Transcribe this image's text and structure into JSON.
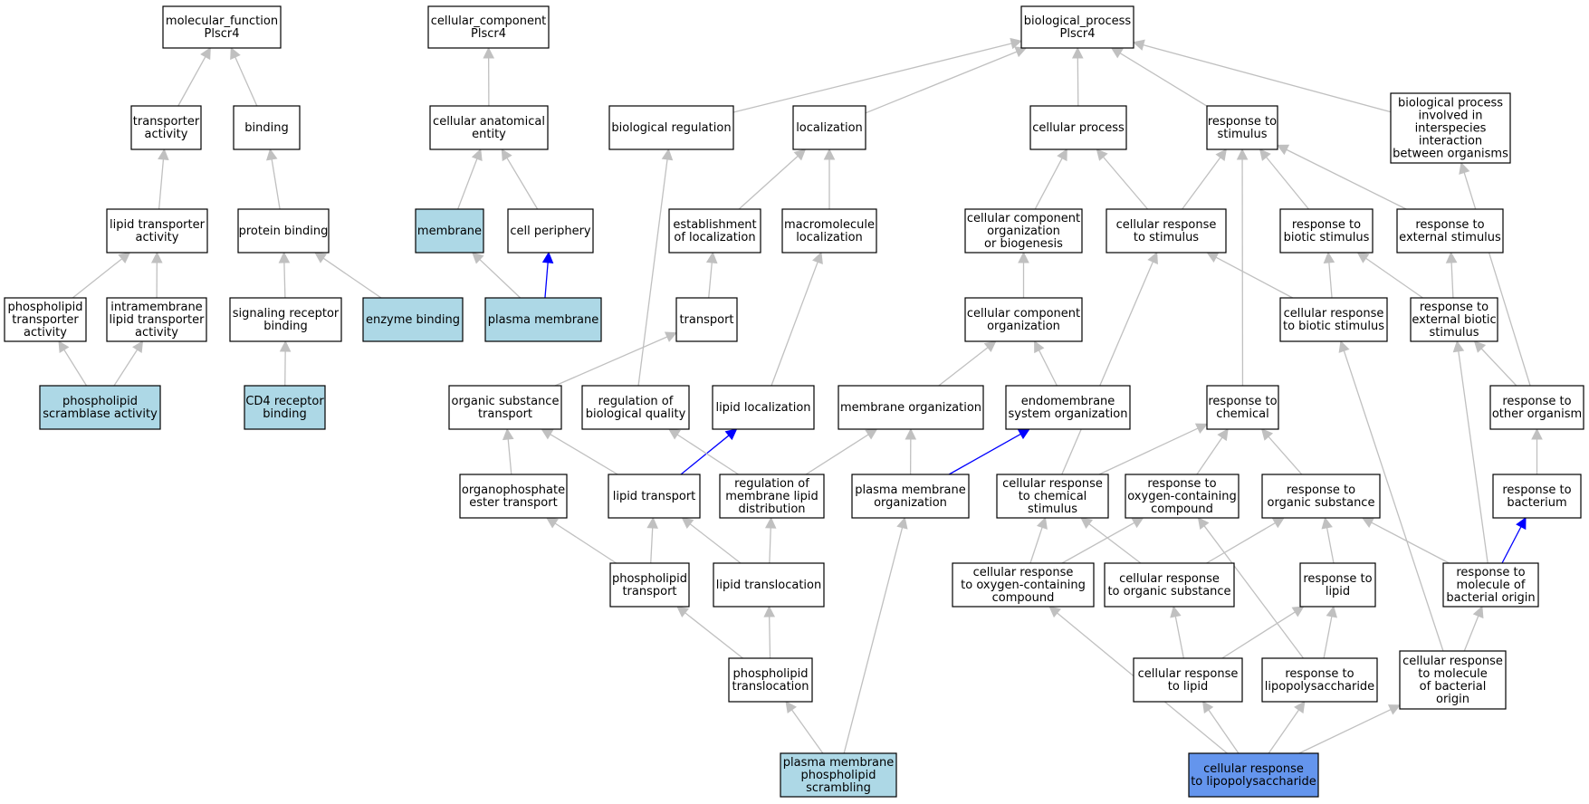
{
  "colors": {
    "node_default": "#ffffff",
    "node_highlight": "#add8e6",
    "node_query": "#6495ed",
    "edge_default": "#c0c0c0",
    "edge_emphasis": "#0000ff"
  },
  "nodes": [
    {
      "id": "mf",
      "lines": [
        "molecular_function",
        "Plscr4"
      ],
      "fill": "default"
    },
    {
      "id": "cc",
      "lines": [
        "cellular_component",
        "Plscr4"
      ],
      "fill": "default"
    },
    {
      "id": "bp",
      "lines": [
        "biological_process",
        "Plscr4"
      ],
      "fill": "default"
    },
    {
      "id": "trans_act",
      "lines": [
        "transporter",
        "activity"
      ],
      "fill": "default"
    },
    {
      "id": "binding",
      "lines": [
        "binding"
      ],
      "fill": "default"
    },
    {
      "id": "cae",
      "lines": [
        "cellular anatomical",
        "entity"
      ],
      "fill": "default"
    },
    {
      "id": "bioreg",
      "lines": [
        "biological regulation"
      ],
      "fill": "default"
    },
    {
      "id": "localization",
      "lines": [
        "localization"
      ],
      "fill": "default"
    },
    {
      "id": "cellproc",
      "lines": [
        "cellular process"
      ],
      "fill": "default"
    },
    {
      "id": "resp_stim",
      "lines": [
        "response to",
        "stimulus"
      ],
      "fill": "default"
    },
    {
      "id": "bp_inter",
      "lines": [
        "biological process",
        "involved in",
        "interspecies",
        "interaction",
        "between organisms"
      ],
      "fill": "default"
    },
    {
      "id": "lipid_trans_act",
      "lines": [
        "lipid transporter",
        "activity"
      ],
      "fill": "default"
    },
    {
      "id": "protein_binding",
      "lines": [
        "protein binding"
      ],
      "fill": "default"
    },
    {
      "id": "membrane",
      "lines": [
        "membrane"
      ],
      "fill": "highlight"
    },
    {
      "id": "cell_periph",
      "lines": [
        "cell periphery"
      ],
      "fill": "default"
    },
    {
      "id": "estab_loc",
      "lines": [
        "establishment",
        "of localization"
      ],
      "fill": "default"
    },
    {
      "id": "macro_loc",
      "lines": [
        "macromolecule",
        "localization"
      ],
      "fill": "default"
    },
    {
      "id": "ccob",
      "lines": [
        "cellular component",
        "organization",
        "or biogenesis"
      ],
      "fill": "default"
    },
    {
      "id": "cell_resp_stim",
      "lines": [
        "cellular response",
        "to stimulus"
      ],
      "fill": "default"
    },
    {
      "id": "resp_biotic",
      "lines": [
        "response to",
        "biotic stimulus"
      ],
      "fill": "default"
    },
    {
      "id": "resp_ext",
      "lines": [
        "response to",
        "external stimulus"
      ],
      "fill": "default"
    },
    {
      "id": "pl_trans_act",
      "lines": [
        "phospholipid",
        "transporter",
        "activity"
      ],
      "fill": "default"
    },
    {
      "id": "intramem",
      "lines": [
        "intramembrane",
        "lipid transporter",
        "activity"
      ],
      "fill": "default"
    },
    {
      "id": "sig_rec",
      "lines": [
        "signaling receptor",
        "binding"
      ],
      "fill": "default"
    },
    {
      "id": "enzyme",
      "lines": [
        "enzyme binding"
      ],
      "fill": "highlight"
    },
    {
      "id": "plasma_mem",
      "lines": [
        "plasma membrane"
      ],
      "fill": "highlight"
    },
    {
      "id": "transport",
      "lines": [
        "transport"
      ],
      "fill": "default"
    },
    {
      "id": "cco",
      "lines": [
        "cellular component",
        "organization"
      ],
      "fill": "default"
    },
    {
      "id": "cell_resp_biotic",
      "lines": [
        "cellular response",
        "to biotic stimulus"
      ],
      "fill": "default"
    },
    {
      "id": "resp_ext_biotic",
      "lines": [
        "response to",
        "external biotic",
        "stimulus"
      ],
      "fill": "default"
    },
    {
      "id": "pl_scramb",
      "lines": [
        "phospholipid",
        "scramblase activity"
      ],
      "fill": "highlight"
    },
    {
      "id": "cd4",
      "lines": [
        "CD4 receptor",
        "binding"
      ],
      "fill": "highlight"
    },
    {
      "id": "org_sub_trans",
      "lines": [
        "organic substance",
        "transport"
      ],
      "fill": "default"
    },
    {
      "id": "reg_bio_qual",
      "lines": [
        "regulation of",
        "biological quality"
      ],
      "fill": "default"
    },
    {
      "id": "lipid_loc",
      "lines": [
        "lipid localization"
      ],
      "fill": "default"
    },
    {
      "id": "mem_org",
      "lines": [
        "membrane organization"
      ],
      "fill": "default"
    },
    {
      "id": "endomem",
      "lines": [
        "endomembrane",
        "system organization"
      ],
      "fill": "default"
    },
    {
      "id": "resp_chem",
      "lines": [
        "response to",
        "chemical"
      ],
      "fill": "default"
    },
    {
      "id": "resp_other",
      "lines": [
        "response to",
        "other organism"
      ],
      "fill": "default"
    },
    {
      "id": "organophos",
      "lines": [
        "organophosphate",
        "ester transport"
      ],
      "fill": "default"
    },
    {
      "id": "lipid_transport",
      "lines": [
        "lipid transport"
      ],
      "fill": "default"
    },
    {
      "id": "reg_mem_lipid",
      "lines": [
        "regulation of",
        "membrane lipid",
        "distribution"
      ],
      "fill": "default"
    },
    {
      "id": "pm_org",
      "lines": [
        "plasma membrane",
        "organization"
      ],
      "fill": "default"
    },
    {
      "id": "cell_resp_chem",
      "lines": [
        "cellular response",
        "to chemical",
        "stimulus"
      ],
      "fill": "default"
    },
    {
      "id": "resp_oxy",
      "lines": [
        "response to",
        "oxygen-containing",
        "compound"
      ],
      "fill": "default"
    },
    {
      "id": "resp_org_sub",
      "lines": [
        "response to",
        "organic substance"
      ],
      "fill": "default"
    },
    {
      "id": "resp_bact",
      "lines": [
        "response to",
        "bacterium"
      ],
      "fill": "default"
    },
    {
      "id": "pl_transport",
      "lines": [
        "phospholipid",
        "transport"
      ],
      "fill": "default"
    },
    {
      "id": "lipid_transloc",
      "lines": [
        "lipid translocation"
      ],
      "fill": "default"
    },
    {
      "id": "cell_resp_oxy",
      "lines": [
        "cellular response",
        "to oxygen-containing",
        "compound"
      ],
      "fill": "default"
    },
    {
      "id": "cell_resp_org_sub",
      "lines": [
        "cellular response",
        "to organic substance"
      ],
      "fill": "default"
    },
    {
      "id": "resp_lipid",
      "lines": [
        "response to",
        "lipid"
      ],
      "fill": "default"
    },
    {
      "id": "resp_mol_bact",
      "lines": [
        "response to",
        "molecule of",
        "bacterial origin"
      ],
      "fill": "default"
    },
    {
      "id": "pl_transloc",
      "lines": [
        "phospholipid",
        "translocation"
      ],
      "fill": "default"
    },
    {
      "id": "cell_resp_lipid",
      "lines": [
        "cellular response",
        "to lipid"
      ],
      "fill": "default"
    },
    {
      "id": "resp_lps",
      "lines": [
        "response to",
        "lipopolysaccharide"
      ],
      "fill": "default"
    },
    {
      "id": "cell_resp_mol_bact",
      "lines": [
        "cellular response",
        "to molecule",
        "of bacterial",
        "origin"
      ],
      "fill": "default"
    },
    {
      "id": "pm_pl_scramb",
      "lines": [
        "plasma membrane",
        "phospholipid",
        "scrambling"
      ],
      "fill": "highlight"
    },
    {
      "id": "cell_resp_lps",
      "lines": [
        "cellular response",
        "to lipopolysaccharide"
      ],
      "fill": "query"
    }
  ],
  "edges": [
    [
      "trans_act",
      "mf",
      "default"
    ],
    [
      "binding",
      "mf",
      "default"
    ],
    [
      "lipid_trans_act",
      "trans_act",
      "default"
    ],
    [
      "protein_binding",
      "binding",
      "default"
    ],
    [
      "pl_trans_act",
      "lipid_trans_act",
      "default"
    ],
    [
      "intramem",
      "lipid_trans_act",
      "default"
    ],
    [
      "pl_scramb",
      "pl_trans_act",
      "default"
    ],
    [
      "pl_scramb",
      "intramem",
      "default"
    ],
    [
      "sig_rec",
      "protein_binding",
      "default"
    ],
    [
      "enzyme",
      "protein_binding",
      "default"
    ],
    [
      "cd4",
      "sig_rec",
      "default"
    ],
    [
      "cae",
      "cc",
      "default"
    ],
    [
      "membrane",
      "cae",
      "default"
    ],
    [
      "cell_periph",
      "cae",
      "default"
    ],
    [
      "plasma_mem",
      "membrane",
      "default"
    ],
    [
      "plasma_mem",
      "cell_periph",
      "emphasis"
    ],
    [
      "bioreg",
      "bp",
      "default"
    ],
    [
      "localization",
      "bp",
      "default"
    ],
    [
      "cellproc",
      "bp",
      "default"
    ],
    [
      "resp_stim",
      "bp",
      "default"
    ],
    [
      "bp_inter",
      "bp",
      "default"
    ],
    [
      "estab_loc",
      "localization",
      "default"
    ],
    [
      "macro_loc",
      "localization",
      "default"
    ],
    [
      "transport",
      "estab_loc",
      "default"
    ],
    [
      "lipid_loc",
      "macro_loc",
      "default"
    ],
    [
      "org_sub_trans",
      "transport",
      "default"
    ],
    [
      "reg_bio_qual",
      "bioreg",
      "default"
    ],
    [
      "organophos",
      "org_sub_trans",
      "default"
    ],
    [
      "lipid_transport",
      "org_sub_trans",
      "default"
    ],
    [
      "lipid_transport",
      "lipid_loc",
      "emphasis"
    ],
    [
      "reg_mem_lipid",
      "reg_bio_qual",
      "default"
    ],
    [
      "pl_transport",
      "organophos",
      "default"
    ],
    [
      "pl_transport",
      "lipid_transport",
      "default"
    ],
    [
      "lipid_transloc",
      "lipid_transport",
      "default"
    ],
    [
      "lipid_transloc",
      "reg_mem_lipid",
      "default"
    ],
    [
      "pl_transloc",
      "pl_transport",
      "default"
    ],
    [
      "pl_transloc",
      "lipid_transloc",
      "default"
    ],
    [
      "pm_pl_scramb",
      "pl_transloc",
      "default"
    ],
    [
      "pm_pl_scramb",
      "pm_org",
      "default"
    ],
    [
      "ccob",
      "cellproc",
      "default"
    ],
    [
      "cell_resp_stim",
      "cellproc",
      "default"
    ],
    [
      "cell_resp_stim",
      "resp_stim",
      "default"
    ],
    [
      "cco",
      "ccob",
      "default"
    ],
    [
      "mem_org",
      "cco",
      "default"
    ],
    [
      "endomem",
      "cco",
      "default"
    ],
    [
      "reg_mem_lipid",
      "mem_org",
      "default"
    ],
    [
      "pm_org",
      "mem_org",
      "default"
    ],
    [
      "pm_org",
      "endomem",
      "emphasis"
    ],
    [
      "resp_biotic",
      "resp_stim",
      "default"
    ],
    [
      "resp_ext",
      "resp_stim",
      "default"
    ],
    [
      "resp_chem",
      "resp_stim",
      "default"
    ],
    [
      "cell_resp_biotic",
      "cell_resp_stim",
      "default"
    ],
    [
      "cell_resp_biotic",
      "resp_biotic",
      "default"
    ],
    [
      "resp_ext_biotic",
      "resp_biotic",
      "default"
    ],
    [
      "resp_ext_biotic",
      "resp_ext",
      "default"
    ],
    [
      "resp_other",
      "resp_ext_biotic",
      "default"
    ],
    [
      "resp_other",
      "bp_inter",
      "default"
    ],
    [
      "resp_bact",
      "resp_other",
      "default"
    ],
    [
      "resp_mol_bact",
      "resp_bact",
      "emphasis"
    ],
    [
      "resp_mol_bact",
      "resp_ext_biotic",
      "default"
    ],
    [
      "resp_mol_bact",
      "resp_org_sub",
      "default"
    ],
    [
      "cell_resp_chem",
      "cell_resp_stim",
      "default"
    ],
    [
      "cell_resp_chem",
      "resp_chem",
      "default"
    ],
    [
      "resp_oxy",
      "resp_chem",
      "default"
    ],
    [
      "resp_org_sub",
      "resp_chem",
      "default"
    ],
    [
      "cell_resp_oxy",
      "cell_resp_chem",
      "default"
    ],
    [
      "cell_resp_oxy",
      "resp_oxy",
      "default"
    ],
    [
      "cell_resp_org_sub",
      "cell_resp_chem",
      "default"
    ],
    [
      "cell_resp_org_sub",
      "resp_org_sub",
      "default"
    ],
    [
      "resp_lipid",
      "resp_org_sub",
      "default"
    ],
    [
      "cell_resp_lipid",
      "cell_resp_org_sub",
      "default"
    ],
    [
      "cell_resp_lipid",
      "resp_lipid",
      "default"
    ],
    [
      "resp_lps",
      "resp_lipid",
      "default"
    ],
    [
      "resp_lps",
      "resp_oxy",
      "default"
    ],
    [
      "cell_resp_mol_bact",
      "resp_mol_bact",
      "default"
    ],
    [
      "cell_resp_mol_bact",
      "cell_resp_biotic",
      "default"
    ],
    [
      "cell_resp_lps",
      "cell_resp_oxy",
      "default"
    ],
    [
      "cell_resp_lps",
      "cell_resp_lipid",
      "default"
    ],
    [
      "cell_resp_lps",
      "resp_lps",
      "default"
    ],
    [
      "cell_resp_lps",
      "cell_resp_mol_bact",
      "default"
    ]
  ]
}
